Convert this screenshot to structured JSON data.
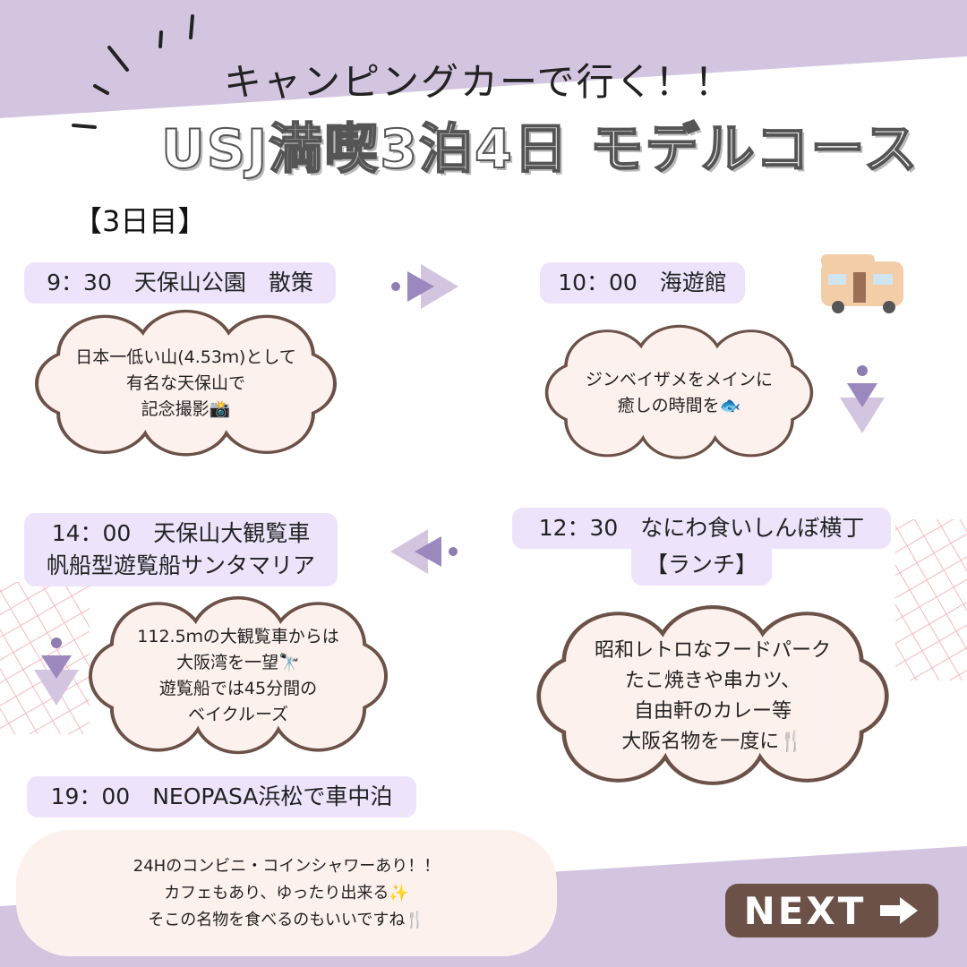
{
  "header": {
    "subtitle": "キャンピングカーで行く！！",
    "title": "USJ満喫3泊4日 モデルコース",
    "day": "【3日目】"
  },
  "schedule": [
    {
      "time_label": "9：30　天保山公園　散策",
      "lines": [
        "日本一低い山(4.53ｍ)として",
        "有名な天保山で",
        "記念撮影📸"
      ]
    },
    {
      "time_label": "10：00　海遊館",
      "lines": [
        "ジンベイザメをメインに",
        "癒しの時間を🐟"
      ]
    },
    {
      "time_label": "12：30　なにわ食いしんぼ横丁",
      "time_label_2": "【ランチ】",
      "lines": [
        "昭和レトロなフードパーク",
        "たこ焼きや串カツ、",
        "自由軒のカレー等",
        "大阪名物を一度に🍴"
      ]
    },
    {
      "time_label": "14：00　天保山大観覧車",
      "time_label_2": "帆船型遊覧船サンタマリア",
      "lines": [
        "112.5ｍの大観覧車からは",
        "大阪湾を一望🔭",
        "遊覧船では45分間の",
        "ベイクルーズ"
      ]
    },
    {
      "time_label": "19：00　NEOPASA浜松で車中泊",
      "lines": [
        "24Hのコンビニ・コインシャワーあり！！",
        "カフェもあり、ゆったり出来る✨",
        "そこの名物を食べるのもいいですね🍴"
      ]
    }
  ],
  "next_button": {
    "label": "NEXT",
    "icon": "arrow-right-icon"
  },
  "colors": {
    "purple": "#d3c5e0",
    "label_bg": "#ede4fc",
    "cloud_fill": "#fdf1ee",
    "brown": "#6b5148",
    "arrow": "#a597c2"
  }
}
